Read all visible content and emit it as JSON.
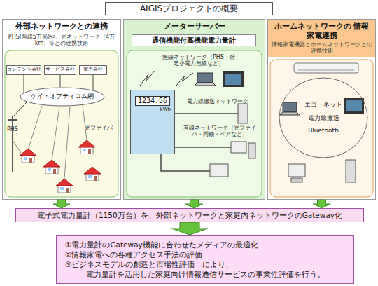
{
  "diagram": {
    "title": "AIGISプロジェクトの概要",
    "nodes": [
      {
        "text": [
          "外部ネットワークとの連携",
          "PHS(無線5万局)や、光ネットワーク（4万km）等との連携技術"
        ]
      },
      {
        "text": [
          "コンテンツ会社"
        ],
        "in": 0
      },
      {
        "text": [
          "サービス会社"
        ],
        "in": 0
      },
      {
        "text": [
          "電力会社"
        ],
        "in": 0
      },
      {
        "text": [
          "ケイ・オプティコム網"
        ],
        "in": 0
      },
      {
        "text": [
          "メーターサーバー"
        ]
      },
      {
        "text": [
          "通信機能付高機能電力量計"
        ],
        "in": 5
      },
      {
        "text": [
          "1234.56",
          "kWh"
        ],
        "in": 5
      },
      {
        "text": [
          "ホームネットワークの 情報家電連携",
          "情報家電機器とホームネットワークとの連携技術"
        ]
      },
      {
        "text": [
          "エコーネット",
          "電力線搬送",
          "Bluetooth"
        ],
        "in": 8
      },
      {
        "text": [
          "電子式電力量計（1150万台）を、外部ネットワークと家庭内ネットワークのGateway化"
        ]
      },
      {
        "text": [
          "①電力量計のGateway機能に合わせたメディアの最適化",
          "②情報家電への各種アクセス手法の評価",
          "③ビジネスモデルの創造と市場性評価　により、",
          "電力量計を活用した家庭向け情報通信サービスの事業性評価を行う。"
        ]
      }
    ],
    "edges": [
      {
        "from": 1,
        "to": 4,
        "arrow": "none"
      },
      {
        "from": 2,
        "to": 4,
        "arrow": "none"
      },
      {
        "from": 3,
        "to": 4,
        "arrow": "none"
      },
      {
        "from": 0,
        "to": 10,
        "arrow": "to"
      },
      {
        "from": 5,
        "to": 10,
        "arrow": "to"
      },
      {
        "from": 8,
        "to": 10,
        "arrow": "to"
      },
      {
        "from": 10,
        "to": 11,
        "arrow": "to"
      }
    ],
    "labels": [
      "PHS",
      "光ファイバ",
      "無線ネットワーク（PHS・特定小電力無線など）",
      "電力線搬送ネットワーク",
      "有線ネットワーク（光ファイバ・同軸・ペアなど）"
    ]
  }
}
